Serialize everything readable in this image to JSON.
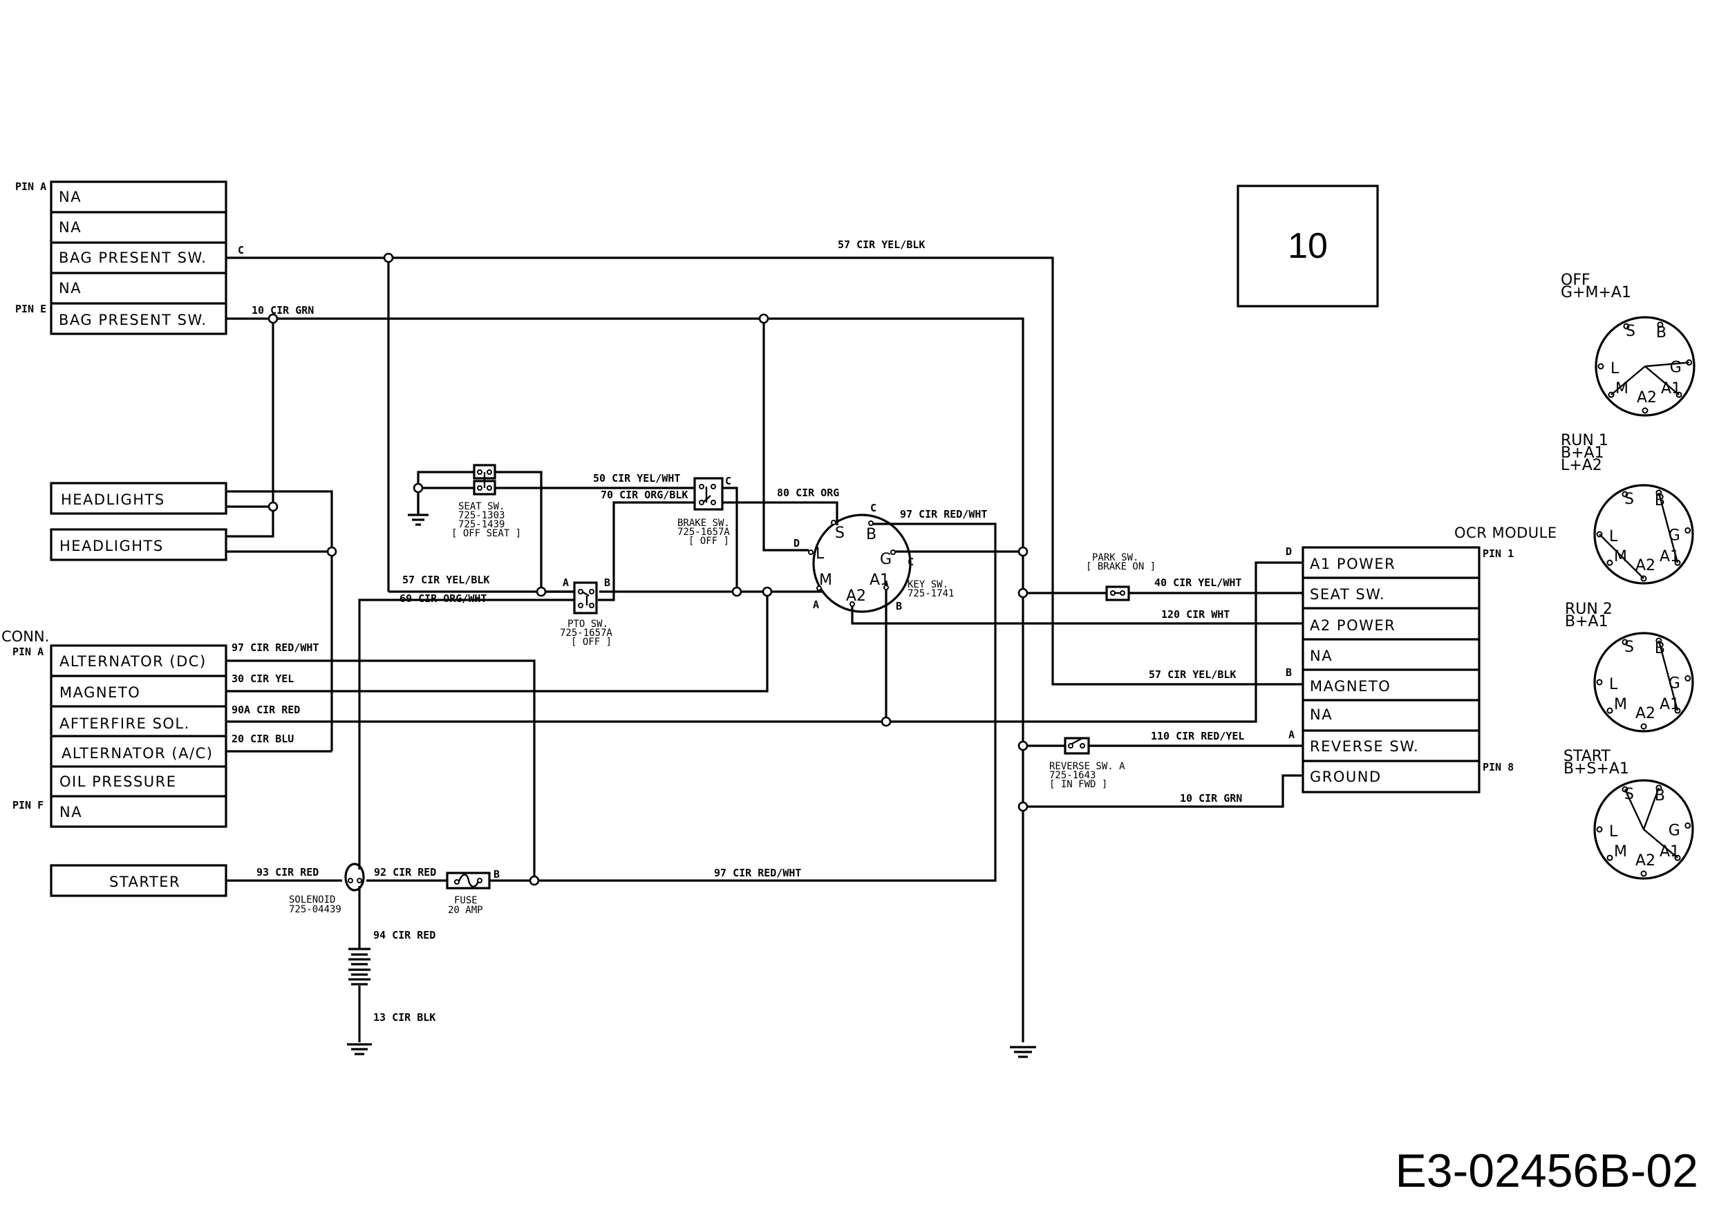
{
  "diagram_id": "E3-02456B-02",
  "page_box": "10",
  "left_connector_top": {
    "pin_start": "PIN A",
    "pin_end": "PIN E",
    "rows": [
      "NA",
      "NA",
      "BAG PRESENT SW.",
      "NA",
      "BAG PRESENT SW."
    ],
    "terminal_c": "C"
  },
  "headlights": [
    "HEADLIGHTS",
    "HEADLIGHTS"
  ],
  "engine_connector": {
    "title": "CONN.",
    "pin_start": "PIN A",
    "pin_end": "PIN F",
    "rows": [
      "ALTERNATOR (DC)",
      "MAGNETO",
      "AFTERFIRE SOL.",
      "ALTERNATOR (A/C)",
      "OIL PRESSURE",
      "NA"
    ]
  },
  "starter": {
    "label": "STARTER"
  },
  "solenoid": {
    "name": "SOLENOID",
    "part": "725-04439"
  },
  "fuse": {
    "name": "FUSE",
    "rating": "20 AMP",
    "terminal": "B"
  },
  "battery": {
    "wire_top": "94 CIR RED",
    "wire_bottom": "13 CIR BLK"
  },
  "seat_switch": {
    "name": "SEAT SW.",
    "parts": [
      "725-1303",
      "725-1439"
    ],
    "state": "[ OFF SEAT ]"
  },
  "brake_switch": {
    "name": "BRAKE SW.",
    "part": "725-1657A",
    "state": "[ OFF ]",
    "terminal": "C"
  },
  "pto_switch": {
    "name": "PTO SW.",
    "part": "725-1657A",
    "state": "[ OFF ]",
    "terminal_a": "A",
    "terminal_b": "B"
  },
  "key_switch": {
    "name": "KEY SW.",
    "part": "725-1741",
    "terminals": [
      "S",
      "B",
      "L",
      "G",
      "M",
      "A1",
      "A2"
    ],
    "markers": {
      "c_top": "C",
      "d": "D",
      "c_right": "C",
      "a": "A",
      "b": "B"
    }
  },
  "park_switch": {
    "name": "PARK SW.",
    "state": "[ BRAKE ON ]"
  },
  "reverse_switch": {
    "name": "REVERSE SW. A",
    "part": "725-1643",
    "state": "[ IN FWD ]"
  },
  "ocr_module": {
    "title": "OCR MODULE",
    "pin_start": "PIN 1",
    "pin_end": "PIN 8",
    "rows": [
      "A1 POWER",
      "SEAT SW.",
      "A2 POWER",
      "NA",
      "MAGNETO",
      "NA",
      "REVERSE SW.",
      "GROUND"
    ],
    "markers": {
      "d": "D",
      "b": "B",
      "a": "A"
    }
  },
  "wires": {
    "w57_top": "57 CIR YEL/BLK",
    "w10_top": "10 CIR GRN",
    "w50": "50 CIR YEL/WHT",
    "w70": "70 CIR ORG/BLK",
    "w80": "80 CIR ORG",
    "w97_key": "97 CIR RED/WHT",
    "w57_mid": "57 CIR YEL/BLK",
    "w60": "60 CIR ORG/WHT",
    "w97_conn": "97 CIR RED/WHT",
    "w30": "30 CIR YEL",
    "w90a": "90A CIR RED",
    "w20": "20 CIR BLU",
    "w93": "93 CIR RED",
    "w92": "92 CIR RED",
    "w97_bottom": "97 CIR RED/WHT",
    "w40": "40 CIR YEL/WHT",
    "w120": "120 CIR WHT",
    "w57_ocr": "57 CIR YEL/BLK",
    "w110": "110 CIR RED/YEL",
    "w10_ocr": "10 CIR GRN"
  },
  "key_positions": [
    {
      "name": "OFF",
      "combos": [
        "G+M+A1"
      ]
    },
    {
      "name": "RUN 1",
      "combos": [
        "B+A1",
        "L+A2"
      ]
    },
    {
      "name": "RUN 2",
      "combos": [
        "B+A1"
      ]
    },
    {
      "name": "START",
      "combos": [
        "B+S+A1"
      ]
    }
  ]
}
